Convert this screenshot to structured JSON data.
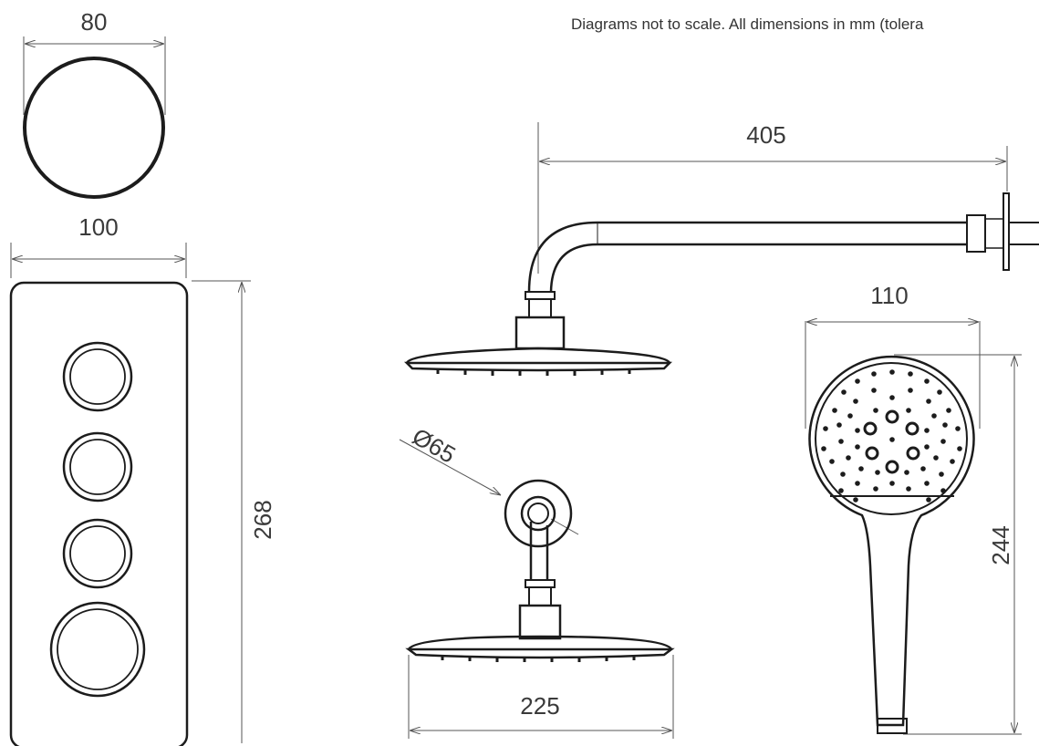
{
  "note": "Diagrams not to scale. All dimensions in mm (tolera",
  "dimensions": {
    "wall_plate_diameter": "80",
    "mixer_width": "100",
    "mixer_height": "268",
    "arm_length": "405",
    "handset_width": "110",
    "handset_height": "244",
    "arm_flange_diameter": "65",
    "shower_head_diameter": "225"
  },
  "symbols": {
    "diameter": "Ø"
  },
  "colors": {
    "line": "#1c1c1c",
    "dimension_line": "#555555",
    "text": "#3a3a3a"
  }
}
